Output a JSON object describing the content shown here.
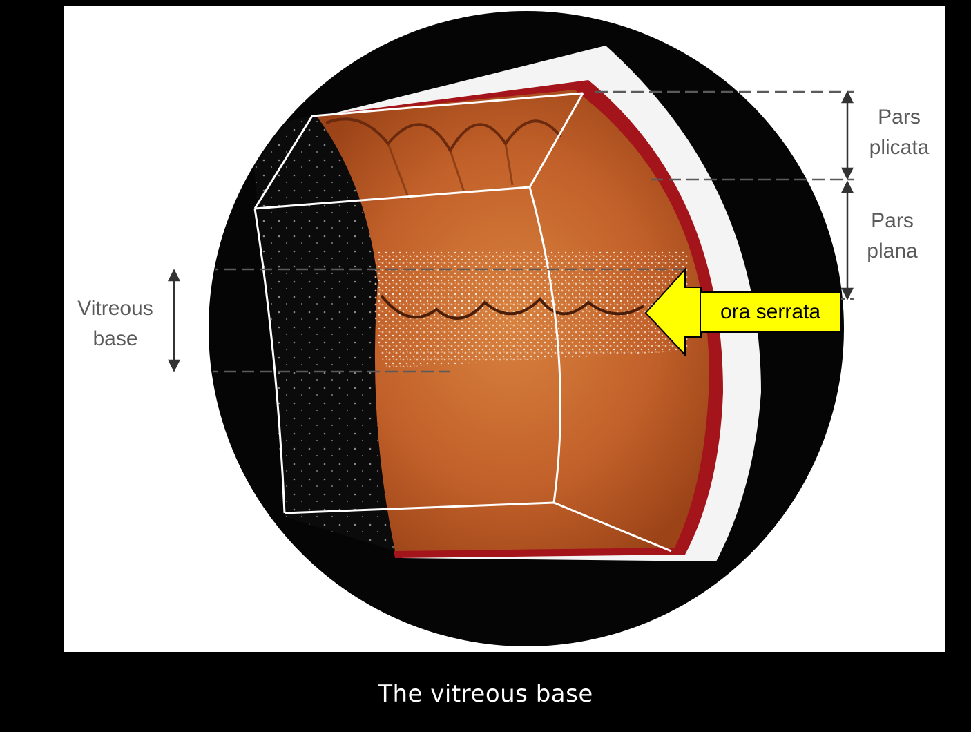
{
  "labels": {
    "pars_plicata": "Pars\nplicata",
    "pars_plana": "Pars\nplana",
    "vitreous_base": "Vitreous\nbase",
    "ora_serrata": "ora serrata"
  },
  "caption": "The vitreous base",
  "colors": {
    "background": "#000000",
    "panel": "#ffffff",
    "callout_fill": "#ffff00",
    "retina_tissue": "#c8672c",
    "sclera_red": "#a3141b"
  }
}
